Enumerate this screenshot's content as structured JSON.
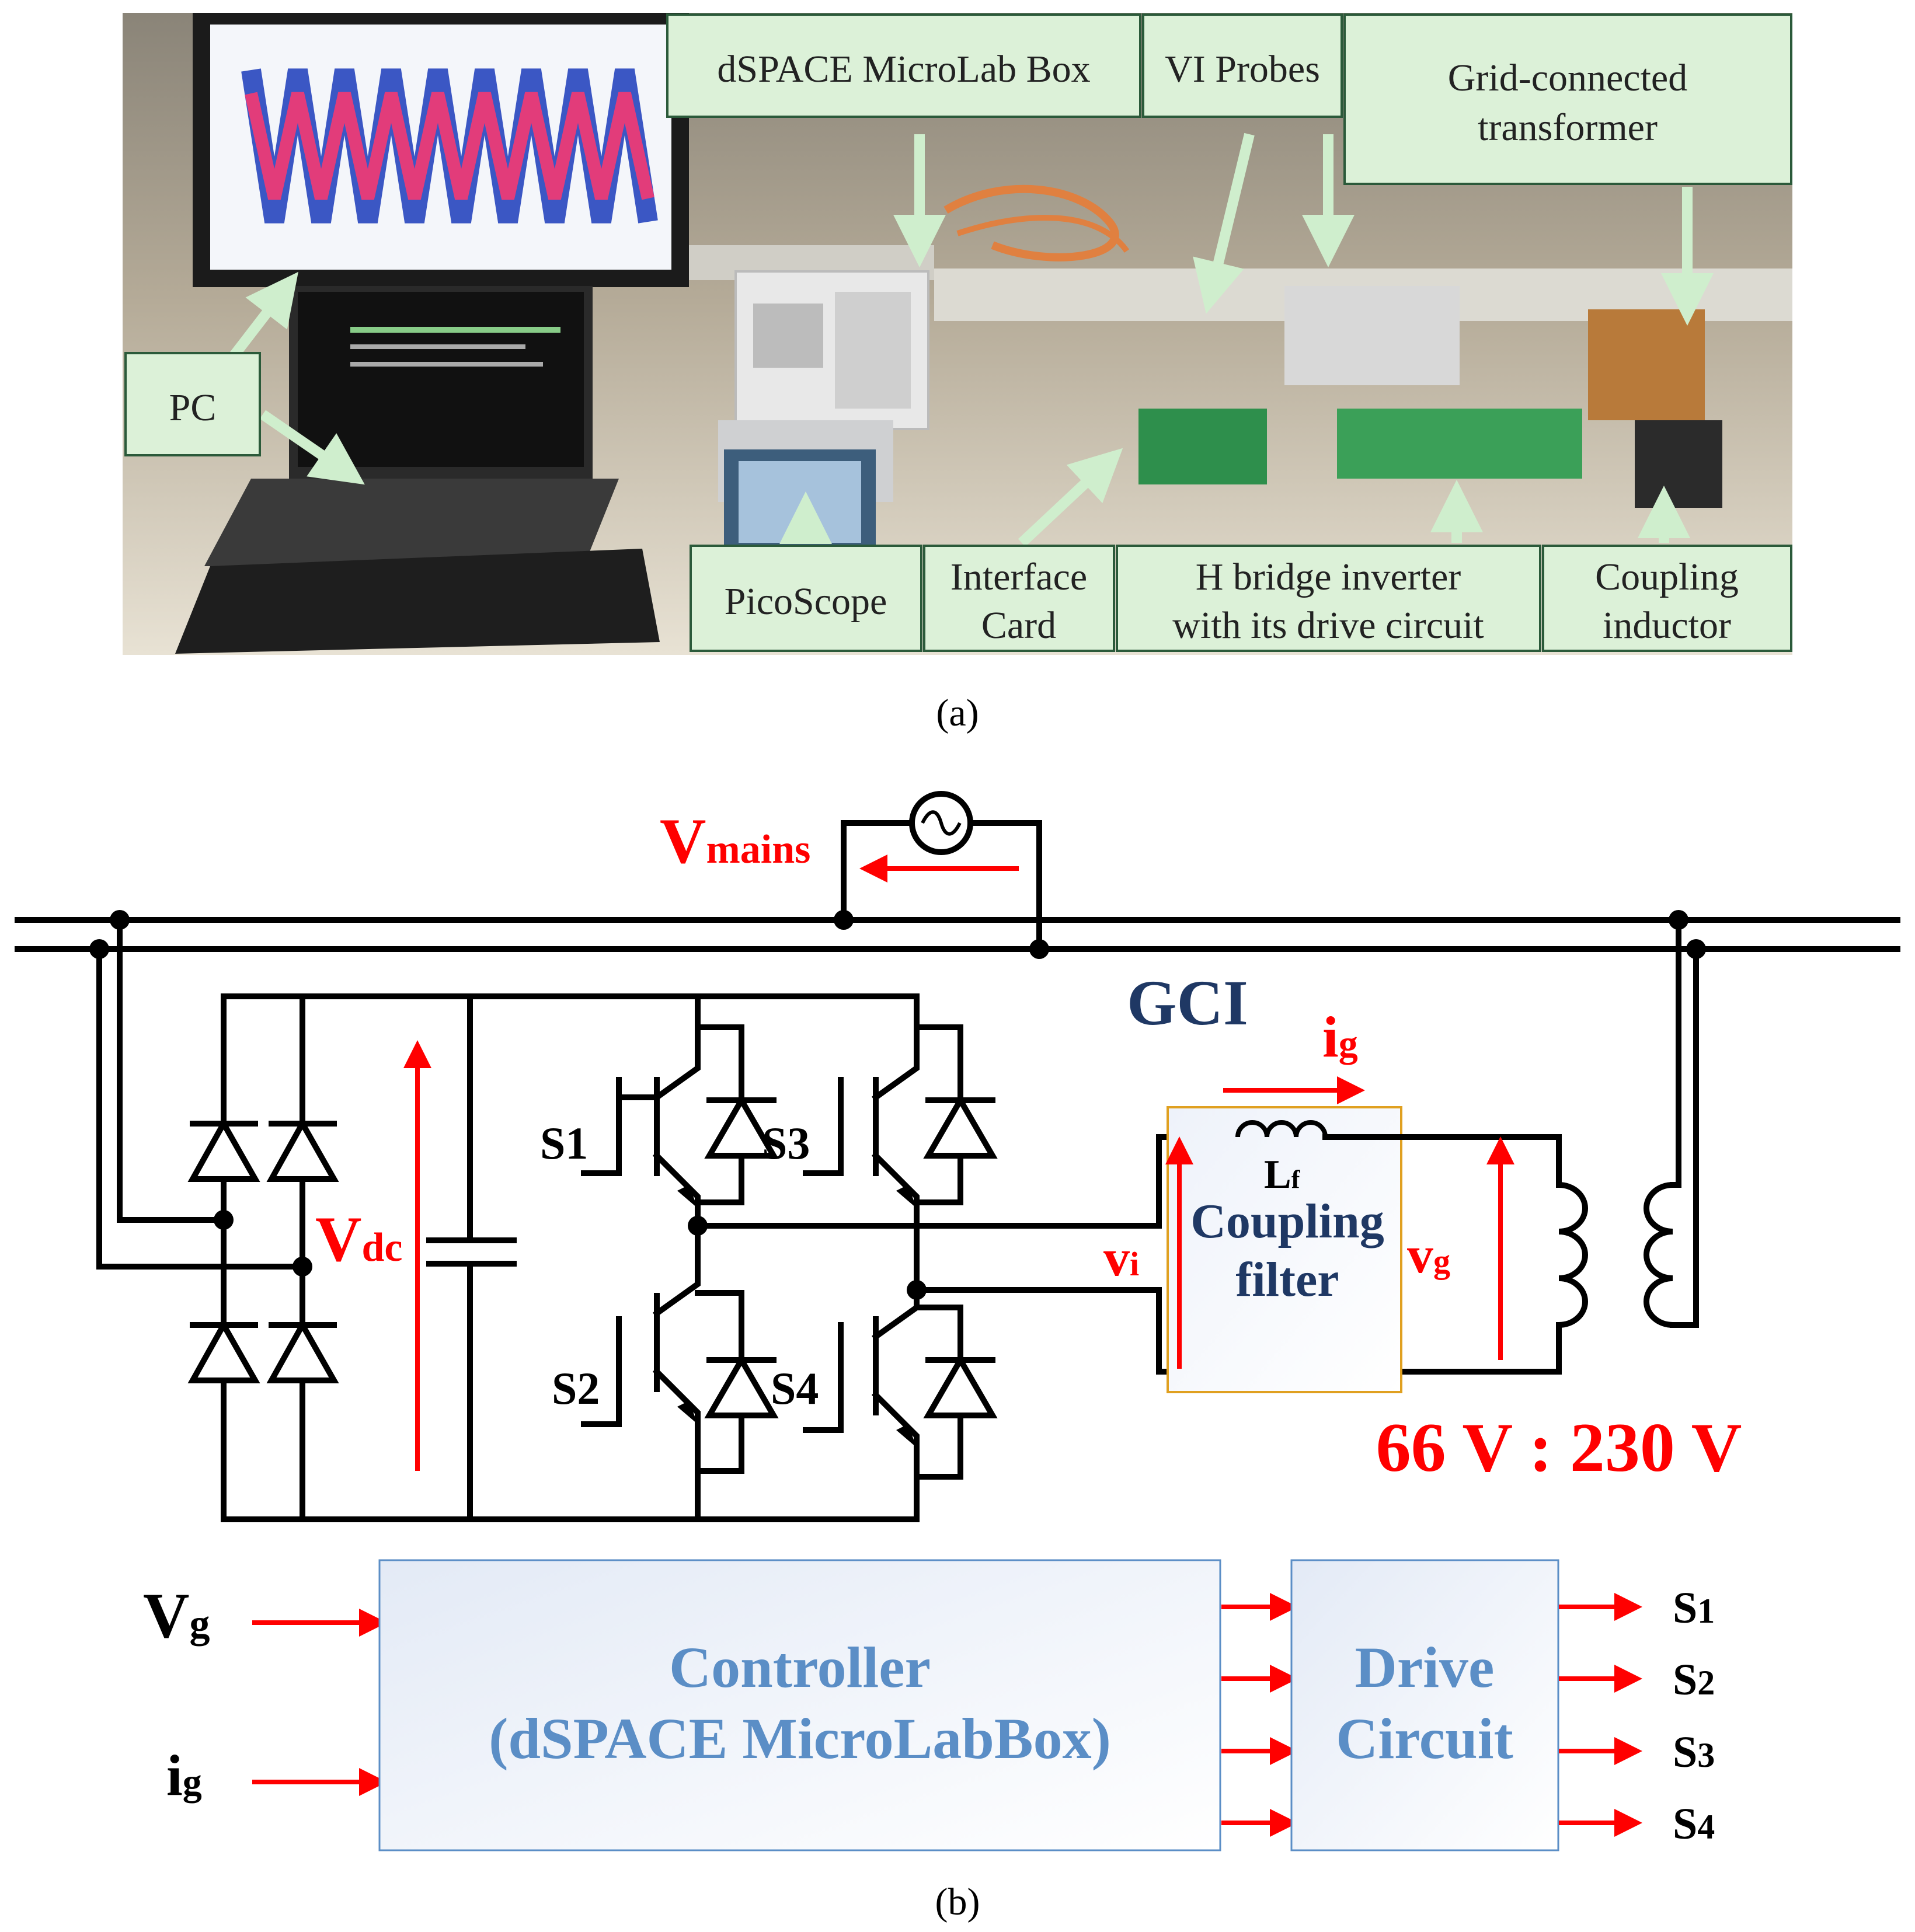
{
  "photo": {
    "callouts": {
      "dspace": "dSPACE MicroLab Box",
      "vi_probes": "VI Probes",
      "transformer_line1": "Grid-connected",
      "transformer_line2": "transformer",
      "pc": "PC",
      "picoscope": "PicoScope",
      "interface_line1": "Interface",
      "interface_line2": "Card",
      "hbridge_line1": "H bridge inverter",
      "hbridge_line2": "with its drive circuit",
      "coupling_line1": "Coupling",
      "coupling_line2": "inductor"
    },
    "caption": "(a)"
  },
  "circuit": {
    "vmains_main": "V",
    "vmains_sub": "mains",
    "gci": "GCI",
    "ig_main": "i",
    "ig_sub": "g",
    "vdc_main": "V",
    "vdc_sub": "dc",
    "s1": "S1",
    "s2": "S2",
    "s3": "S3",
    "s4": "S4",
    "lf_main": "L",
    "lf_sub": "f",
    "filter_line1": "Coupling",
    "filter_line2": "filter",
    "vi_main": "v",
    "vi_sub": "i",
    "vg_main": "v",
    "vg_sub": "g",
    "ratio": "66 V : 230 V"
  },
  "control": {
    "in_vg_main": "V",
    "in_vg_sub": "g",
    "in_ig_main": "i",
    "in_ig_sub": "g",
    "controller_line1": "Controller",
    "controller_line2": "(dSPACE MicroLabBox)",
    "drive_line1": "Drive",
    "drive_line2": "Circuit",
    "out1_main": "S",
    "out1_sub": "1",
    "out2_main": "S",
    "out2_sub": "2",
    "out3_main": "S",
    "out3_sub": "3",
    "out4_main": "S",
    "out4_sub": "4"
  },
  "caption_b": "(b)",
  "colors": {
    "callout_fill": "#dcf1d8",
    "red": "#ff0000",
    "navy": "#1f3864",
    "block_text": "#5b8ec6",
    "block_border": "#5b8ec6",
    "filter_border": "#e0a020"
  }
}
